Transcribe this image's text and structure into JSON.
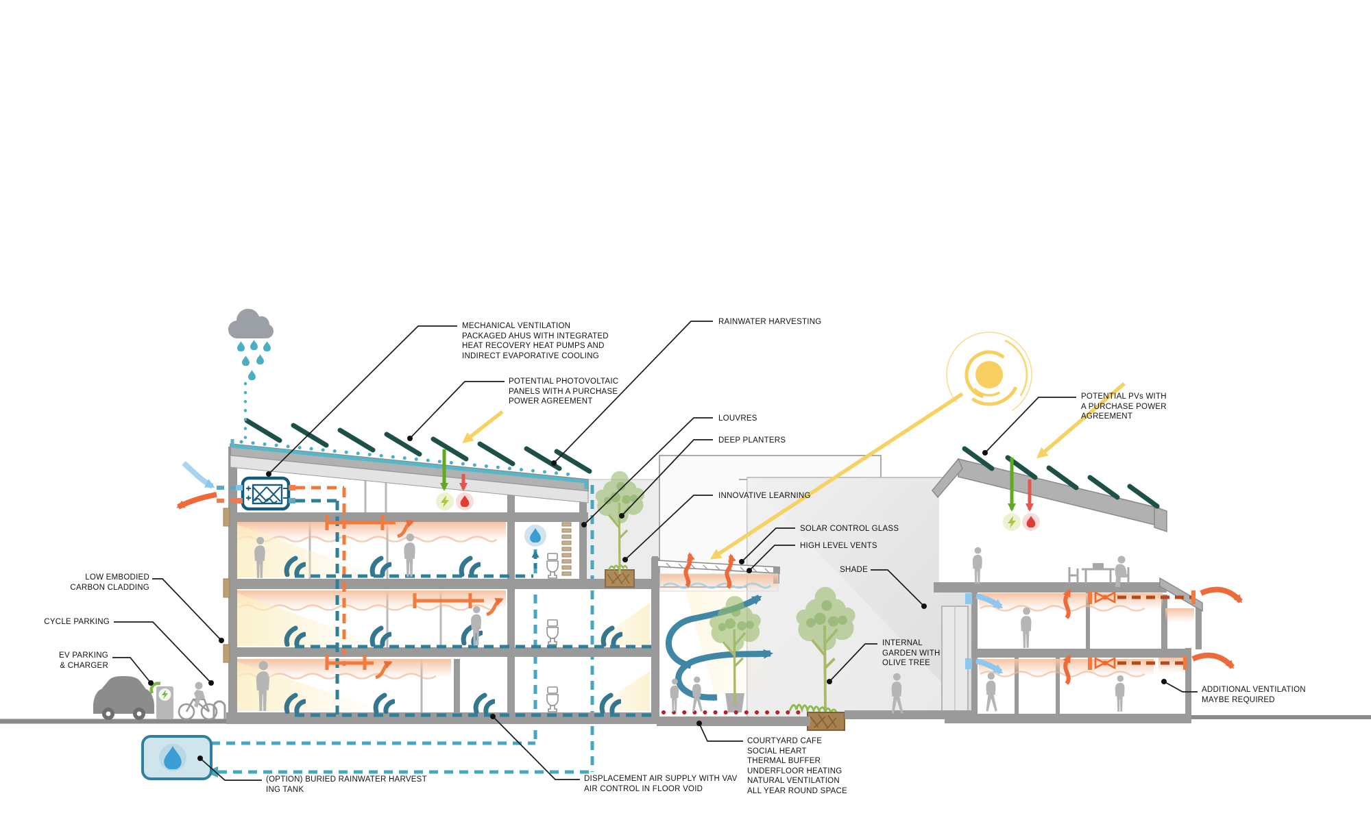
{
  "diagram": {
    "kind": "building-sustainability-section",
    "scene": "cross-section of a school campus: four-storey block with AHU plant floor, central courtyard cafe atrium with trees, and two-storey pitched-roof block"
  },
  "annotations": {
    "mechanical_ventilation": {
      "text": "MECHANICAL VENTILATION\nPACKAGED AHUS WITH INTEGRATED\nHEAT RECOVERY HEAT PUMPS AND\nINDIRECT EVAPORATIVE COOLING"
    },
    "potential_pv_left": {
      "text": "POTENTIAL PHOTOVOLTAIC\nPANELS WITH A PURCHASE\nPOWER AGREEMENT"
    },
    "rainwater_harvesting": {
      "text": "RAINWATER HARVESTING"
    },
    "louvres": {
      "text": "LOUVRES"
    },
    "deep_planters": {
      "text": "DEEP PLANTERS"
    },
    "innovative_learning": {
      "text": "INNOVATIVE LEARNING"
    },
    "solar_control_glass": {
      "text": "SOLAR CONTROL GLASS"
    },
    "high_level_vents": {
      "text": "HIGH LEVEL VENTS"
    },
    "shade": {
      "text": "SHADE"
    },
    "internal_garden": {
      "text": "INTERNAL\nGARDEN WITH\nOLIVE TREE"
    },
    "courtyard": {
      "text": "COURTYARD CAFE\nSOCIAL HEART\nTHERMAL BUFFER\nUNDERFLOOR HEATING\nNATURAL VENTILATION\nALL YEAR ROUND SPACE"
    },
    "displacement_air": {
      "text": "DISPLACEMENT AIR SUPPLY WITH VAV\nAIR CONTROL IN FLOOR VOID"
    },
    "buried_tank": {
      "text": "(OPTION) BURIED RAINWATER HARVEST\nING TANK"
    },
    "low_embodied": {
      "text": "LOW  EMBODIED\nCARBON CLADDING"
    },
    "cycle_parking": {
      "text": "CYCLE PARKING"
    },
    "ev_parking": {
      "text": "EV PARKING\n& CHARGER"
    },
    "potential_pv_right": {
      "text": "POTENTIAL PVs WITH\nA PURCHASE POWER\nAGREEMENT"
    },
    "additional_ventilation": {
      "text": "ADDITIONAL VENTILATION\nMAYBE REQUIRED"
    }
  },
  "icons": {
    "rain-cloud-icon": "gray cloud with teal raindrops",
    "sun-icon": "yellow disc with concentric broken arcs",
    "sun-ray-arrow-icon": "thick yellow arrow",
    "ahu-heat-recovery-icon": "rounded dark-blue box with lattice heat exchanger, + and - ports",
    "pv-panel-icon": "dark teal tilted bar on roof",
    "rain-gutter-icon": "teal line with dotted collection run",
    "water-droplet-icon": "blue drop in pale blue circle",
    "rainwater-tank-icon": "rounded light-blue tank with drop",
    "lightning-energy-icon": "green bolt in pale green circle",
    "heat-droplet-icon": "red drop in pale red circle",
    "supply-diffuser-icon": "teal double swirl at floor",
    "extract-fan-icon": "orange bow-tie fan in duct",
    "fresh-air-arrow-icon": "light blue curved arrow",
    "exhaust-arrow-icon": "orange curved arrow",
    "convection-arrow-icon": "steel blue S-shaped arrow",
    "toilet-icon": "small WC silhouette",
    "louvre-icon": "stack of tan slats",
    "tree-icon": "green leafy tree",
    "planter-icon": "timber planter box",
    "person-icon": "gray human silhouette",
    "ev-car-icon": "gray car silhouette",
    "ev-charger-icon": "charge post with green bolt",
    "bicycle-icon": "cyclist at stand"
  },
  "colors": {
    "structure_gray": "#9a9a9a",
    "pv_dark_teal": "#1d5148",
    "rain_teal": "#4aafc4",
    "pipe_teal": "#2e7f9a",
    "orange": "#ed6a3a",
    "duct_dark_orange": "#b5491c",
    "fresh_air_blue": "#8ec7f0",
    "airflow_steel_blue": "#3f87a5",
    "sun_yellow": "#f6cf60",
    "energy_green": "#62a922",
    "heat_red": "#e8554e",
    "people_gray": "#b5b5b5",
    "foliage_green": "#9dbd72",
    "label_black": "#111111"
  }
}
